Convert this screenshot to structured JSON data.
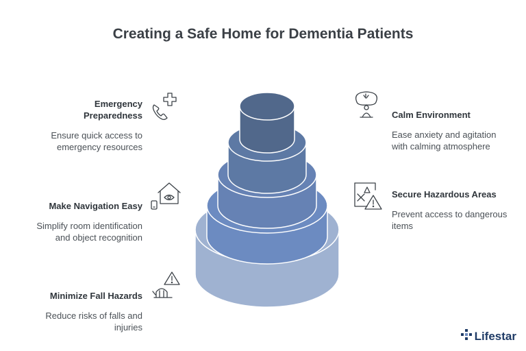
{
  "title": "Creating a Safe Home for Dementia Patients",
  "colors": {
    "tier1": "#51688b",
    "tier2": "#5d79a4",
    "tier3": "#6682b4",
    "tier4": "#6c8bc1",
    "tier5": "#9fb2d1",
    "brand": "#1f3b66",
    "text": "#333a40"
  },
  "left_items": [
    {
      "heading": "Emergency Preparedness",
      "description": "Ensure quick access to emergency resources",
      "icon": "phone-medical-icon"
    },
    {
      "heading": "Make Navigation Easy",
      "description": "Simplify room identification and object recognition",
      "icon": "smart-home-icon"
    },
    {
      "heading": "Minimize Fall Hazards",
      "description": "Reduce risks of falls and injuries",
      "icon": "slip-warning-icon"
    }
  ],
  "right_items": [
    {
      "heading": "Calm Environment",
      "description": "Ease anxiety and agitation with calming atmosphere",
      "icon": "meditation-icon"
    },
    {
      "heading": "Secure Hazardous Areas",
      "description": "Prevent access to dangerous items",
      "icon": "hazard-document-icon"
    }
  ],
  "brand": {
    "name": "Lifestar",
    "icon": "medical-star-icon"
  }
}
